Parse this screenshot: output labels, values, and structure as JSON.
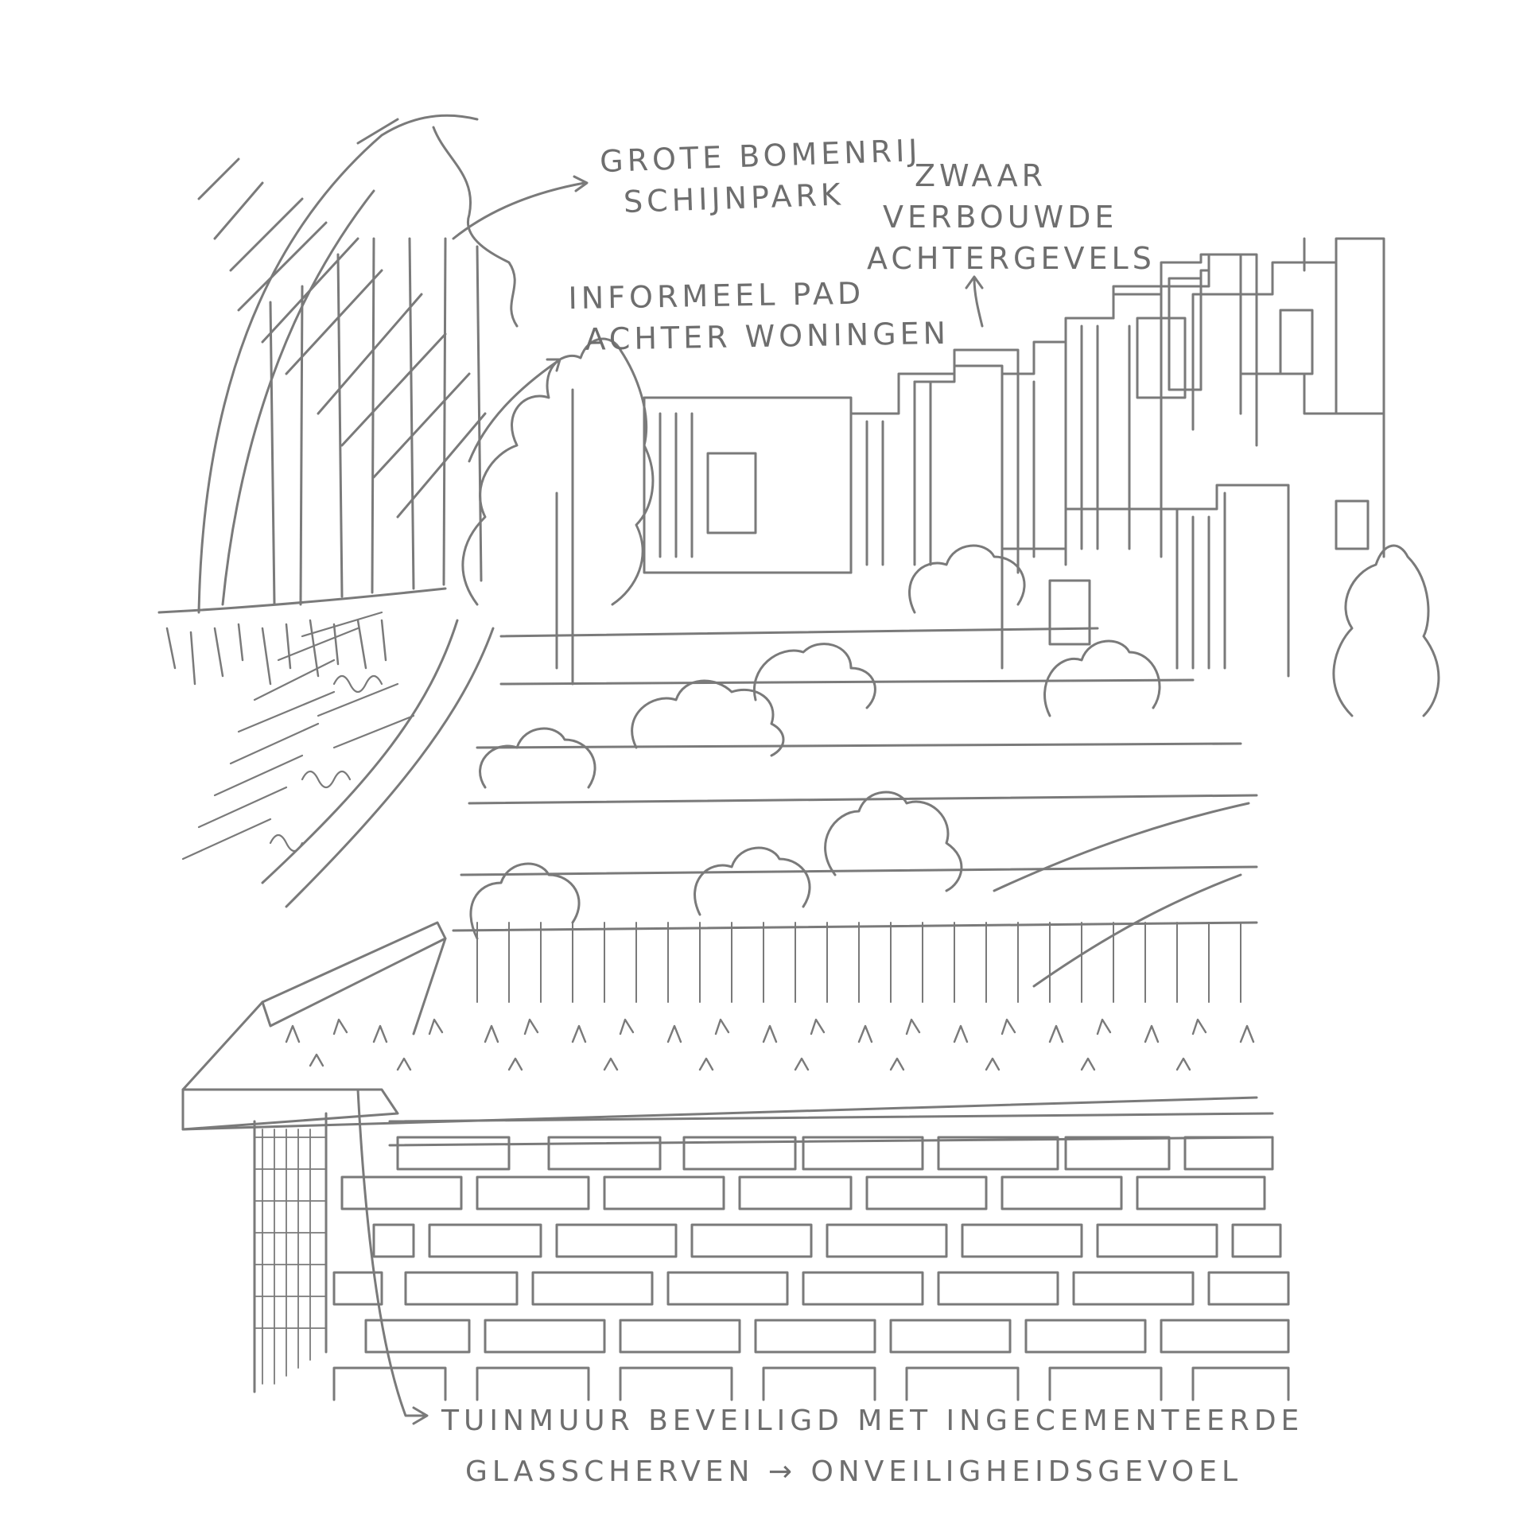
{
  "annotations": {
    "trees": [
      "GROTE BOMENRIJ",
      "SCHIJNPARK"
    ],
    "facades": [
      "ZWAAR",
      "VERBOUWDE",
      "ACHTERGEVELS"
    ],
    "path": [
      "INFORMEEL PAD",
      "ACHTER WONINGEN"
    ],
    "wall": [
      "TUINMUUR BEVEILIGD MET INGECEMENTEERDE",
      "GLASSCHERVEN → ONVEILIGHEIDSGEVOEL"
    ]
  },
  "colors": {
    "ink": "#7a7a7a",
    "paper": "#ffffff"
  }
}
